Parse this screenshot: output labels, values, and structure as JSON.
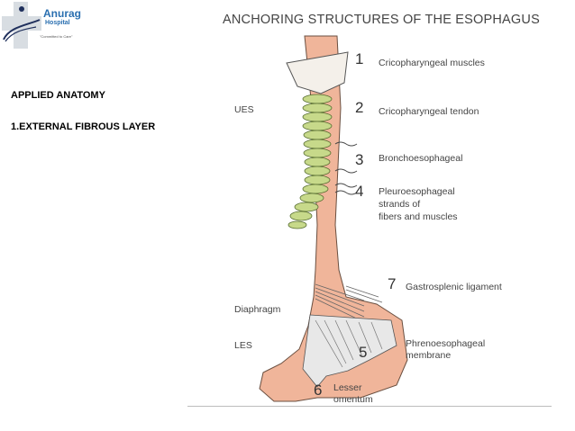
{
  "logo": {
    "name": "Anurag",
    "sub": "Hospital",
    "tagline": "\"Committed to Care\""
  },
  "sidebar": {
    "line1": "APPLIED ANATOMY",
    "line2": "1.EXTERNAL FIBROUS LAYER"
  },
  "diagram": {
    "title": "ANCHORING STRUCTURES OF THE ESOPHAGUS",
    "left_labels": {
      "ues": "UES",
      "diaphragm": "Diaphragm",
      "les": "LES"
    },
    "items": [
      {
        "num": "1",
        "label": "Cricopharyngeal muscles"
      },
      {
        "num": "2",
        "label": "Cricopharyngeal tendon"
      },
      {
        "num": "3",
        "label": "Bronchoesophageal"
      },
      {
        "num": "4",
        "label_lines": [
          "Pleuroesophageal",
          "strands of",
          "fibers and muscles"
        ]
      },
      {
        "num": "5",
        "label_lines": [
          "Phrenoesophageal",
          "membrane"
        ]
      },
      {
        "num": "6",
        "label_lines": [
          "Lesser",
          "omentum"
        ]
      },
      {
        "num": "7",
        "label": "Gastrosplenic ligament"
      }
    ],
    "colors": {
      "esophagus": "#f0b59a",
      "trachea": "#c7d98a",
      "membrane": "#e8e8e8",
      "text": "#444444"
    }
  }
}
